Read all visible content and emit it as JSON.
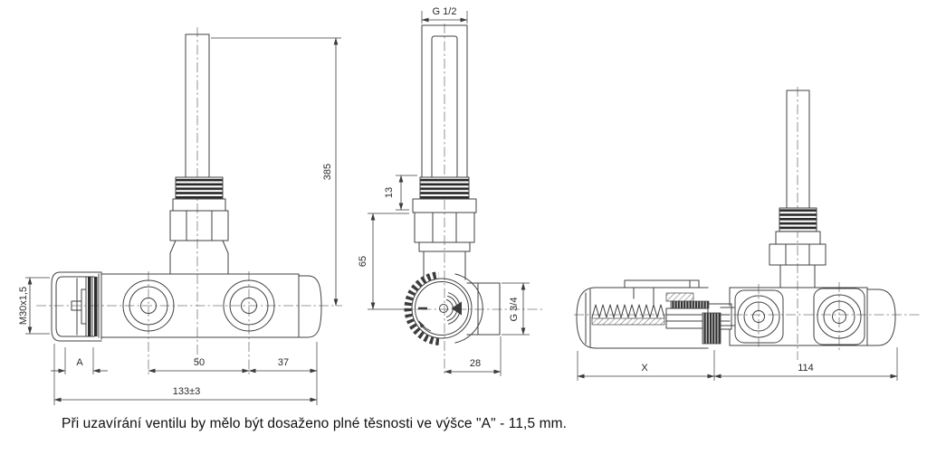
{
  "caption": "Při uzavírání ventilu by mělo být dosaženo plné těsnosti ve výšce \"A\" - 11,5 mm.",
  "colors": {
    "line": "#3c3c3c",
    "thread_fill": "#262626",
    "background": "#ffffff"
  },
  "views": {
    "front": {
      "dim_thread": "M30x1,5",
      "dim_height": "385",
      "dim_a": "A",
      "dim_ports": "50",
      "dim_end": "37",
      "dim_total": "133±3"
    },
    "side": {
      "dim_top_thread": "G 1/2",
      "dim_thread_len": "13",
      "dim_height": "65",
      "dim_side_thread": "G 3/4",
      "dim_depth": "28"
    },
    "section": {
      "dim_x": "X",
      "dim_len": "114"
    }
  }
}
